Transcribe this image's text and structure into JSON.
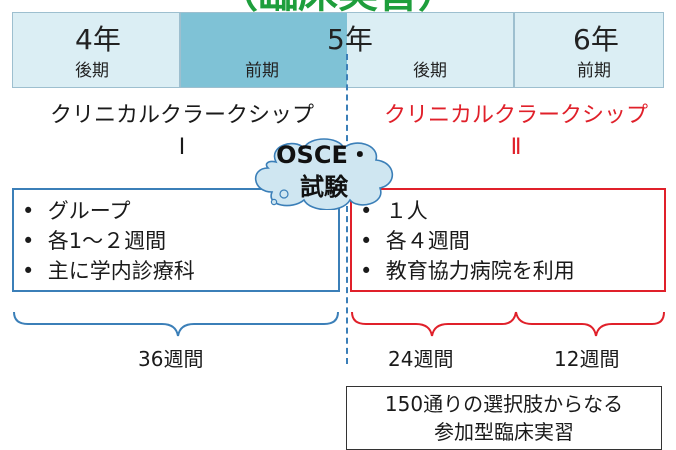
{
  "title": "（臨床実習）",
  "timeline": {
    "years": [
      {
        "label": "4年",
        "halves": [
          "後期"
        ]
      },
      {
        "label": "5年",
        "halves": [
          "前期",
          "後期"
        ]
      },
      {
        "label": "6年",
        "halves": [
          "前期"
        ]
      }
    ]
  },
  "clerkship_1": {
    "title": "クリニカルクラークシップ",
    "numeral": "Ⅰ",
    "bullets": [
      "グループ",
      "各1～２週間",
      "主に学内診療科"
    ],
    "duration": "36週間"
  },
  "clerkship_2": {
    "title": "クリニカルクラークシップ",
    "numeral": "Ⅱ",
    "bullets": [
      "１人",
      "各４週間",
      "教育協力病院を利用"
    ],
    "durations": [
      "24週間",
      "12週間"
    ]
  },
  "osce": {
    "line1": "OSCE・",
    "line2": "試験"
  },
  "footer": {
    "line1": "150通りの選択肢からなる",
    "line2": "参加型臨床実習"
  },
  "colors": {
    "title_green": "#1e9e3c",
    "timeline_light": "#dbeef4",
    "timeline_dark": "#7fc2d6",
    "clerkship_1_blue": "#3b7fb8",
    "clerkship_2_red": "#e0202a",
    "cloud_fill": "#cfe6f1"
  }
}
